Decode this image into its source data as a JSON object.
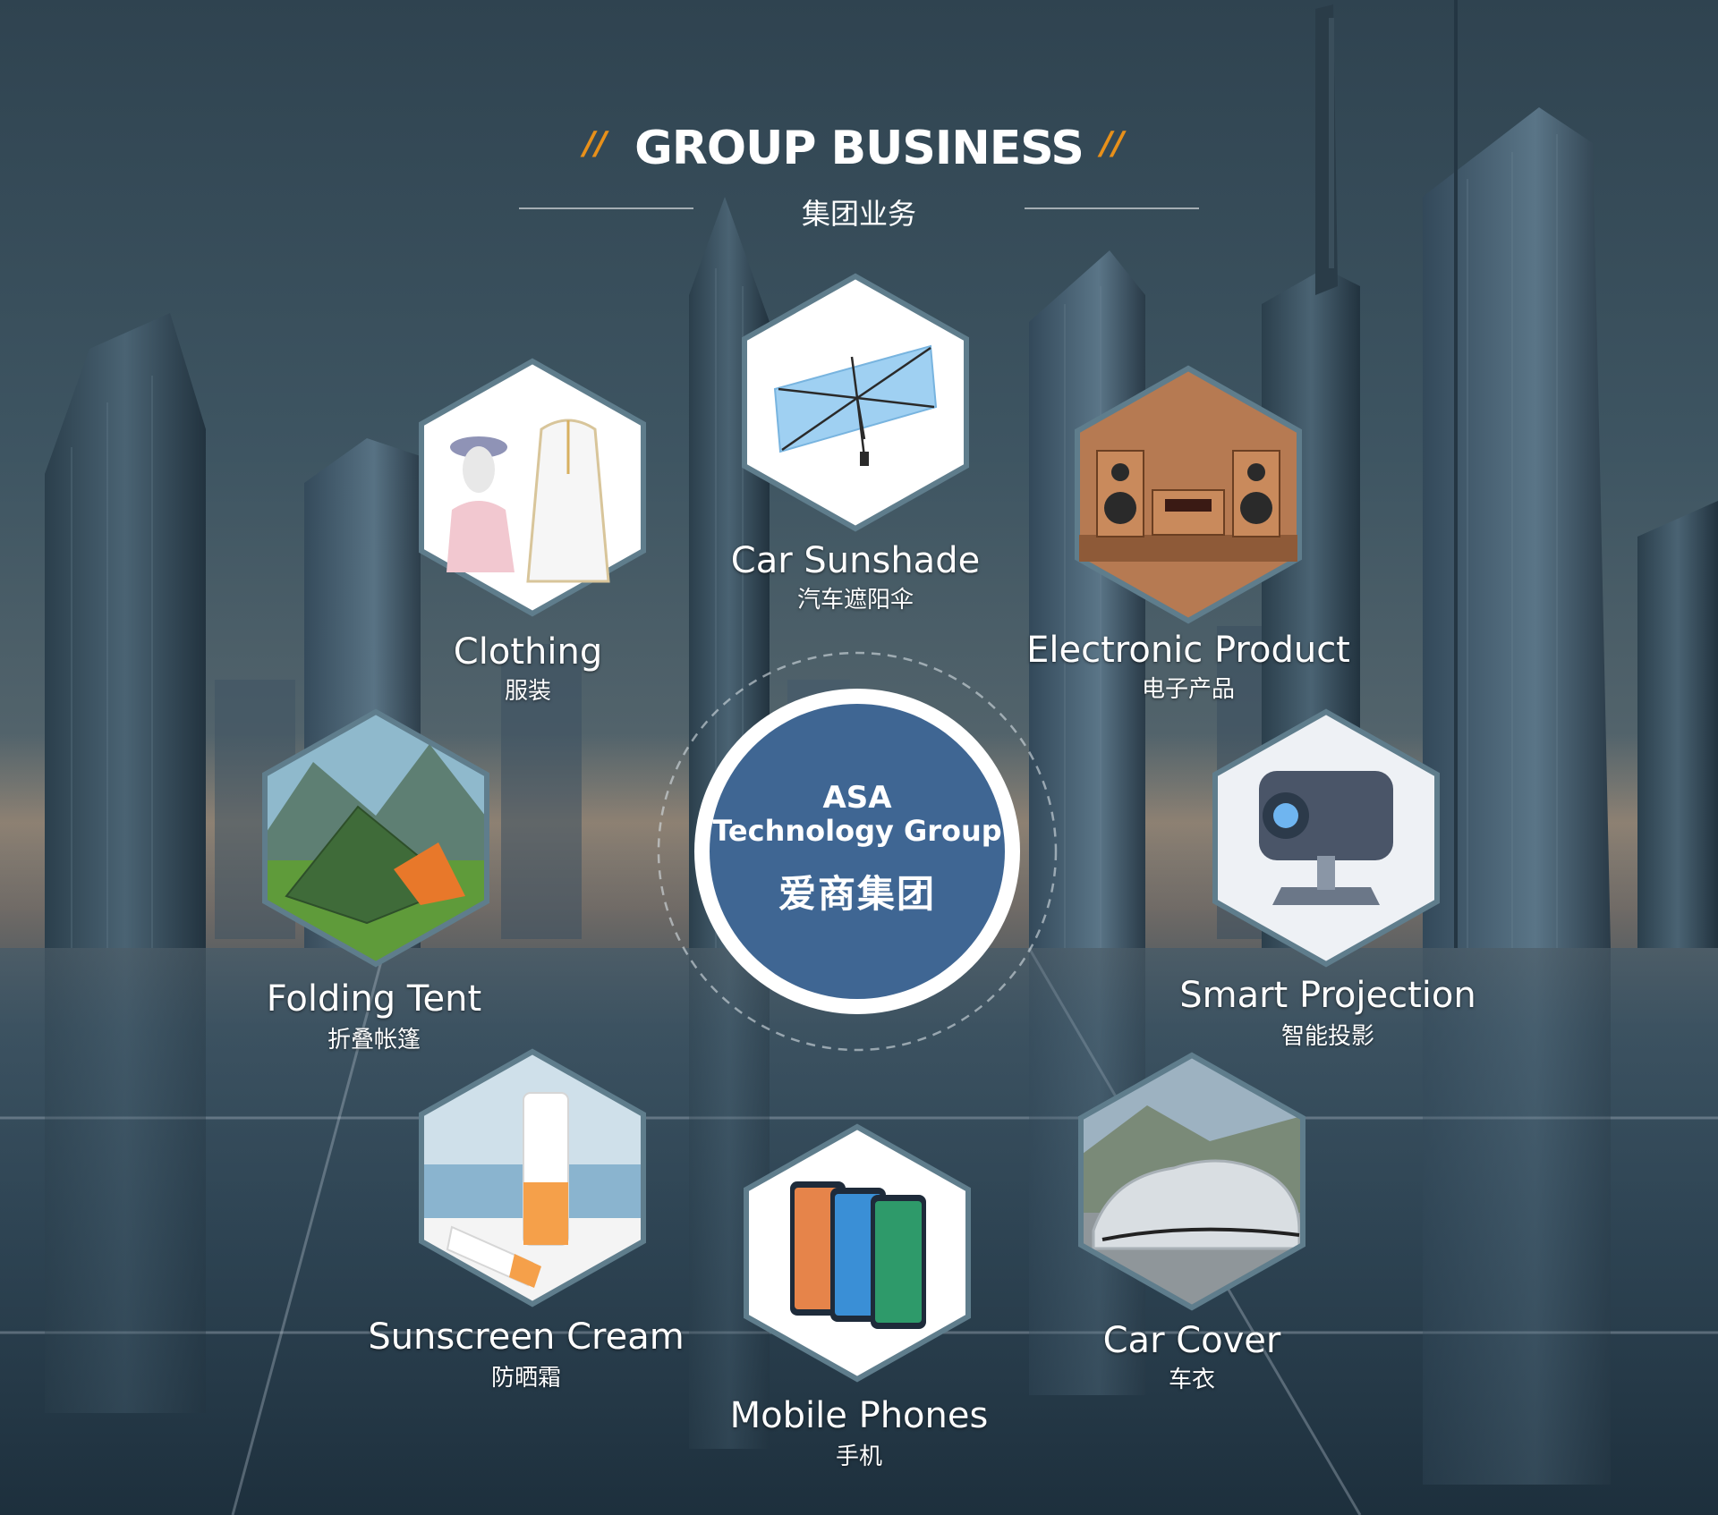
{
  "header": {
    "title": "GROUP BUSINESS",
    "subtitle": "集团业务",
    "deco_mark": "//",
    "accent_color": "#e8901a"
  },
  "center": {
    "line1": "ASA",
    "line2": "Technology Group",
    "line3": "爱商集团",
    "fill_color": "#3f6693"
  },
  "items": [
    {
      "en": "Car Sunshade",
      "cn": "汽车遮阳伞",
      "icon": "car-sunshade-image"
    },
    {
      "en": "Clothing",
      "cn": "服装",
      "icon": "clothing-image"
    },
    {
      "en": "Electronic Product",
      "cn": "电子产品",
      "icon": "speaker-system-image"
    },
    {
      "en": "Folding Tent",
      "cn": "折叠帐篷",
      "icon": "tent-image"
    },
    {
      "en": "Smart Projection",
      "cn": "智能投影",
      "icon": "projector-image"
    },
    {
      "en": "Sunscreen Cream",
      "cn": "防晒霜",
      "icon": "sunscreen-image"
    },
    {
      "en": "Car Cover",
      "cn": "车衣",
      "icon": "car-cover-image"
    },
    {
      "en": "Mobile Phones",
      "cn": "手机",
      "icon": "mobile-phones-image"
    }
  ]
}
